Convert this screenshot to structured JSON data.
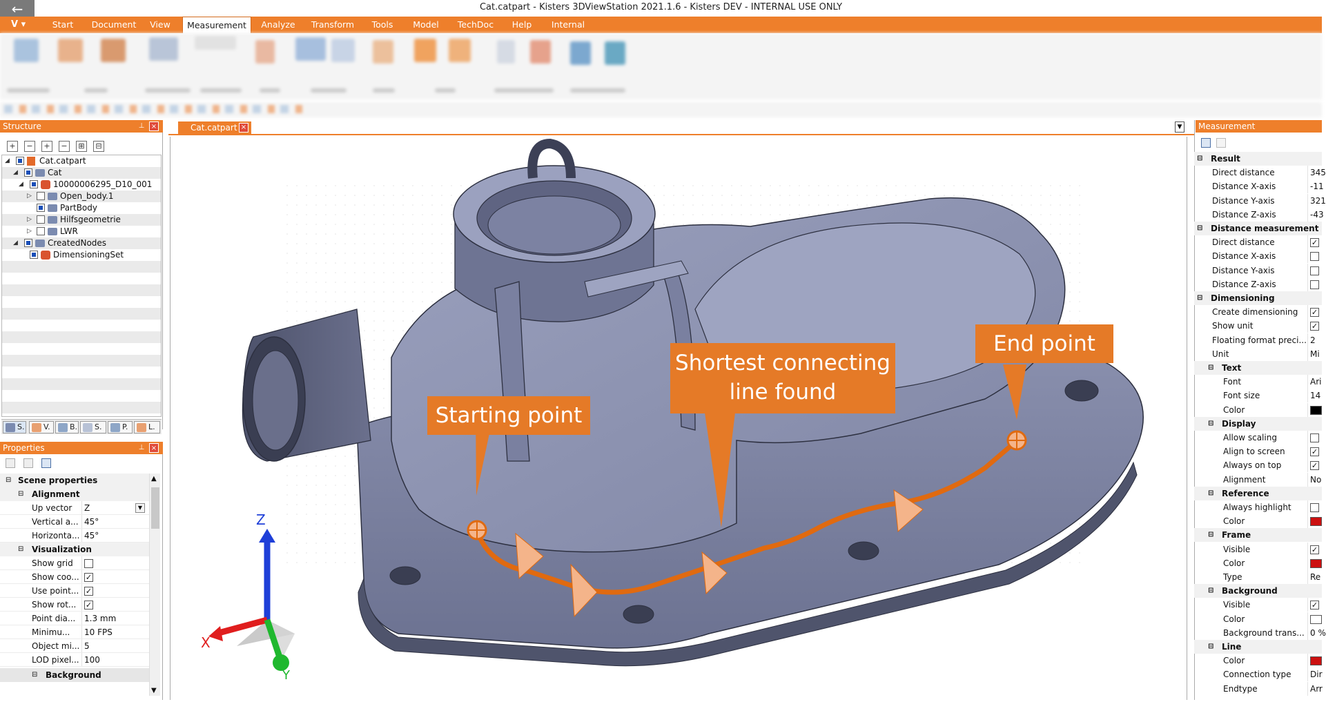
{
  "window": {
    "title": "Cat.catpart - Kisters 3DViewStation 2021.1.6 - Kisters DEV - INTERNAL USE ONLY"
  },
  "app_button": {
    "label": "V"
  },
  "menu_tabs": [
    "Start",
    "Document",
    "View",
    "Measurement",
    "Analyze",
    "Transform",
    "Tools",
    "Model",
    "TechDoc",
    "Help",
    "Internal"
  ],
  "structure_panel": {
    "title": "Structure",
    "tree": [
      {
        "label": "Cat.catpart"
      },
      {
        "label": "Cat"
      },
      {
        "label": "10000006295_D10_001"
      },
      {
        "label": "Open_body.1"
      },
      {
        "label": "PartBody"
      },
      {
        "label": "Hilfsgeometrie"
      },
      {
        "label": "LWR"
      },
      {
        "label": "CreatedNodes"
      },
      {
        "label": "DimensioningSet"
      }
    ],
    "tabs": [
      "S.",
      "V.",
      "B.",
      "S.",
      "P.",
      "L."
    ]
  },
  "properties_panel": {
    "title": "Properties",
    "scene_properties": "Scene properties",
    "alignment_group": "Alignment",
    "rows_alignment": [
      {
        "label": "Up vector",
        "value": "Z"
      },
      {
        "label": "Vertical a...",
        "value": "45°"
      },
      {
        "label": "Horizonta...",
        "value": "45°"
      }
    ],
    "visualization_group": "Visualization",
    "rows_visualization": [
      {
        "label": "Show grid",
        "checked": false
      },
      {
        "label": "Show coo...",
        "checked": true
      },
      {
        "label": "Use point...",
        "checked": true
      },
      {
        "label": "Show rot...",
        "checked": true
      },
      {
        "label": "Point dia...",
        "value": "1.3 mm"
      },
      {
        "label": "Minimu...",
        "value": "10 FPS"
      },
      {
        "label": "Object mi...",
        "value": "5"
      },
      {
        "label": "LOD pixel...",
        "value": "100"
      }
    ],
    "background_group": "Background"
  },
  "document_tab": {
    "label": "Cat.catpart"
  },
  "viewport": {
    "callouts": {
      "start": "Starting point",
      "middle_line1": "Shortest connecting",
      "middle_line2": "line found",
      "end": "End point"
    },
    "axes": {
      "x": "X",
      "y": "Y",
      "z": "Z"
    }
  },
  "measurement_panel": {
    "title": "Measurement",
    "result_group": "Result",
    "result_rows": [
      {
        "label": "Direct distance",
        "value": "345"
      },
      {
        "label": "Distance X-axis",
        "value": "-11"
      },
      {
        "label": "Distance Y-axis",
        "value": "321"
      },
      {
        "label": "Distance Z-axis",
        "value": "-43"
      }
    ],
    "distance_group": "Distance measurement",
    "distance_rows": [
      {
        "label": "Direct distance",
        "checked": true
      },
      {
        "label": "Distance X-axis",
        "checked": false
      },
      {
        "label": "Distance Y-axis",
        "checked": false
      },
      {
        "label": "Distance Z-axis",
        "checked": false
      }
    ],
    "dimensioning_group": "Dimensioning",
    "dimensioning_rows": [
      {
        "label": "Create dimensioning",
        "checked": true
      },
      {
        "label": "Show unit",
        "checked": true
      },
      {
        "label": "Floating format preci...",
        "value": "2"
      },
      {
        "label": "Unit",
        "value": "Mi"
      }
    ],
    "text_group": "Text",
    "text_rows": [
      {
        "label": "Font",
        "value": "Ari"
      },
      {
        "label": "Font size",
        "value": "14"
      },
      {
        "label": "Color",
        "color": "#000000"
      }
    ],
    "display_group": "Display",
    "display_rows": [
      {
        "label": "Allow scaling",
        "checked": false
      },
      {
        "label": "Align to screen",
        "checked": true
      },
      {
        "label": "Always on top",
        "checked": true
      },
      {
        "label": "Alignment",
        "value": "No"
      }
    ],
    "reference_group": "Reference",
    "reference_rows": [
      {
        "label": "Always highlight",
        "checked": false
      },
      {
        "label": "Color",
        "color": "#cc1111"
      }
    ],
    "frame_group": "Frame",
    "frame_rows": [
      {
        "label": "Visible",
        "checked": true
      },
      {
        "label": "Color",
        "color": "#cc1111"
      },
      {
        "label": "Type",
        "value": "Re"
      }
    ],
    "background_group": "Background",
    "background_rows": [
      {
        "label": "Visible",
        "checked": true
      },
      {
        "label": "Color",
        "color": "#ffffff"
      },
      {
        "label": "Background trans...",
        "value": "0 %"
      }
    ],
    "line_group": "Line",
    "line_rows": [
      {
        "label": "Color",
        "color": "#cc1111"
      },
      {
        "label": "Connection type",
        "value": "Dir"
      },
      {
        "label": "Endtype",
        "value": "Arr"
      }
    ]
  },
  "colors": {
    "accent": "#ee7f2b",
    "callout": "#e57a27",
    "part": "#8a90ad"
  }
}
